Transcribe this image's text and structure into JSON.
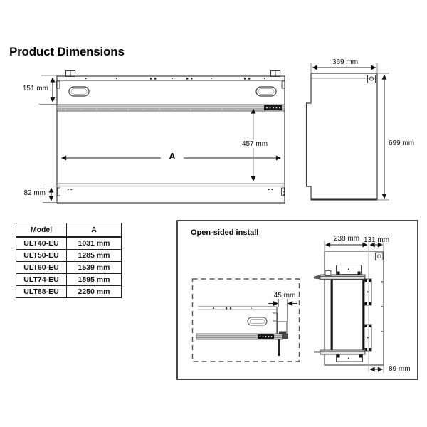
{
  "page": {
    "title": "Product Dimensions"
  },
  "front_view": {
    "top_section_height": "151 mm",
    "opening_height": "457 mm",
    "bottom_section_height": "82 mm",
    "width_label": "A"
  },
  "side_view": {
    "depth": "369 mm",
    "height": "699 mm"
  },
  "table": {
    "headers": [
      "Model",
      "A"
    ],
    "rows": [
      [
        "ULT40-EU",
        "1031 mm"
      ],
      [
        "ULT50-EU",
        "1285 mm"
      ],
      [
        "ULT60-EU",
        "1539 mm"
      ],
      [
        "ULT74-EU",
        "1895 mm"
      ],
      [
        "ULT88-EU",
        "2250 mm"
      ]
    ]
  },
  "inset": {
    "title": "Open-sided install",
    "detail_gap": "45 mm",
    "depth_front": "238 mm",
    "depth_back": "131 mm",
    "rear_offset": "89 mm"
  },
  "colors": {
    "line": "#3d3d3d",
    "dim": "#8c8c8c",
    "ink": "#111111"
  }
}
